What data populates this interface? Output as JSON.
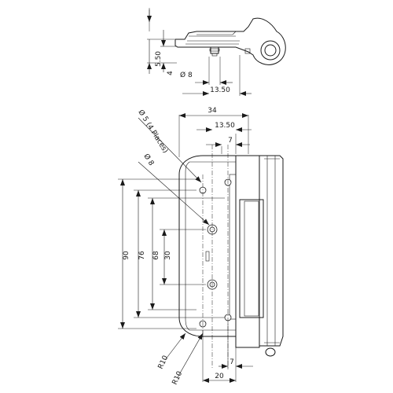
{
  "top_view": {
    "dims": {
      "height_5_50": "5.50",
      "height_4": "4",
      "dia_8": "Ø 8",
      "offset_13_50": "13.50"
    }
  },
  "front_view": {
    "dims": {
      "width_34": "34",
      "offset_13_50": "13.50",
      "offset_7_top": "7",
      "hole_dia_5": "Ø 5 (4 Places)",
      "hole_dia_8": "Ø 8",
      "height_90": "90",
      "height_76": "76",
      "height_68": "68",
      "height_30": "30",
      "offset_7_bottom": "7",
      "offset_20": "20",
      "radius_r10_a": "R10",
      "radius_r10_b": "R10"
    }
  }
}
